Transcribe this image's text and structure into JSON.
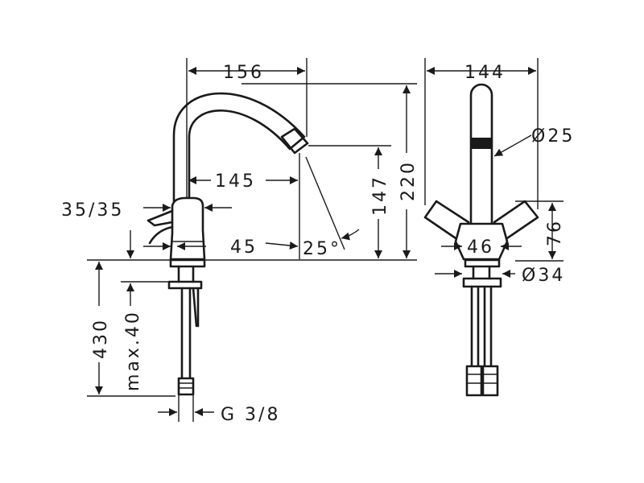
{
  "side_view": {
    "dim_spout_reach": "156",
    "dim_spout_to_centre": "145",
    "dim_aerator_height": "147",
    "dim_total_height": "220",
    "dim_handle": "35/35",
    "dim_lever_offset": "45",
    "dim_angle": "25°",
    "dim_max_deck": "max.40",
    "dim_hose_length": "430",
    "dim_thread": "G 3/8"
  },
  "front_view": {
    "dim_width": "144",
    "dim_spout_diameter": "Ø25",
    "dim_handle_height": "76",
    "dim_base_width": "46",
    "dim_base_diameter": "Ø34"
  }
}
